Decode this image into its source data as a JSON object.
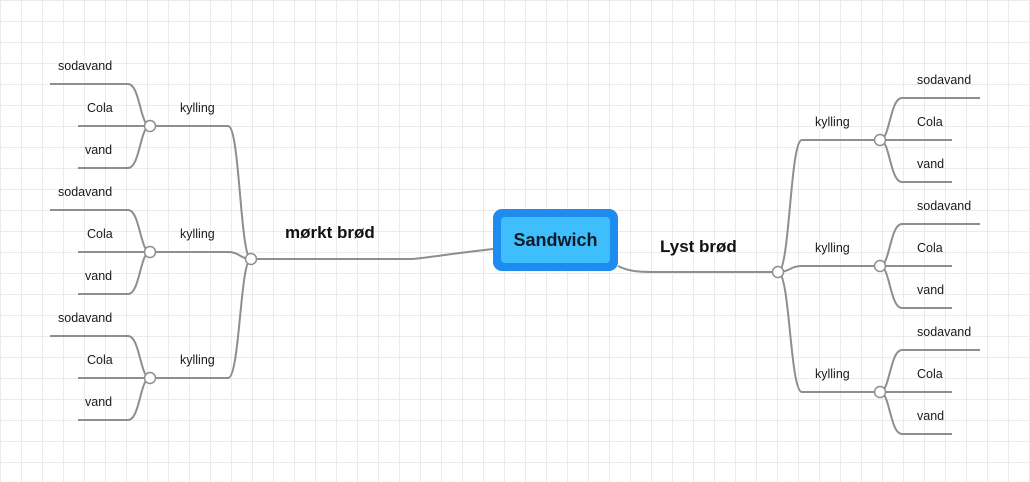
{
  "root": {
    "label": "Sandwich",
    "border_color": "#1e8bf0",
    "fill_color": "#3fbefc"
  },
  "branches": [
    {
      "side": "left",
      "label": "mørkt brød",
      "children": [
        {
          "label": "kylling",
          "children": [
            "sodavand",
            "Cola",
            "vand"
          ]
        },
        {
          "label": "kylling",
          "children": [
            "sodavand",
            "Cola",
            "vand"
          ]
        },
        {
          "label": "kylling",
          "children": [
            "sodavand",
            "Cola",
            "vand"
          ]
        }
      ]
    },
    {
      "side": "right",
      "label": "Lyst brød",
      "children": [
        {
          "label": "kylling",
          "children": [
            "sodavand",
            "Cola",
            "vand"
          ]
        },
        {
          "label": "kylling",
          "children": [
            "sodavand",
            "Cola",
            "vand"
          ]
        },
        {
          "label": "kylling",
          "children": [
            "sodavand",
            "Cola",
            "vand"
          ]
        }
      ]
    }
  ],
  "colors": {
    "connector": "#8e8e8e",
    "grid": "#ecece6"
  }
}
